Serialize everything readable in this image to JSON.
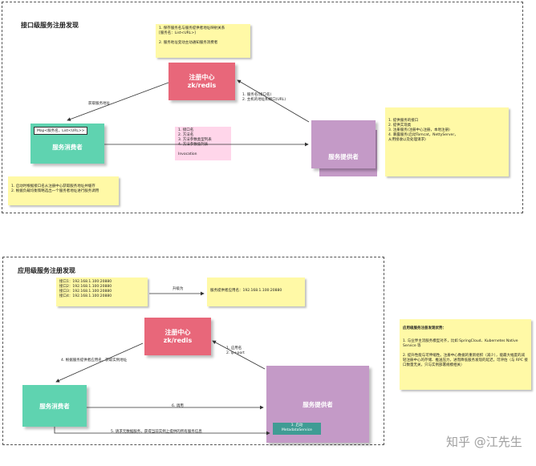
{
  "top": {
    "title": "接口级服务注册发现",
    "registry": "注册中心\nzk/redis",
    "consumer": "服务消费者",
    "provider": "服务提供者",
    "registry_note": "1. 保存服务名与服务提供者地址映射关系\n[服务名：List<URL>]\n\n2. 服务地址变动主动通知服务消费者",
    "consumer_map": "Map<服务名，List<URL>>",
    "consumer_note": "1. 启动时根据接口名从注册中心获取服务地址并缓存\n2. 根据负载均衡策略选出一个服务者地址进行服务调用",
    "provider_note": "1. 提供服务的接口\n2. 提供实现类\n3. 注册服务(注册中心注册，本地注册)\n4. 暴露服务(启动Tomcat，NettyServer，\n从用接收以及处理请求)",
    "invocation": "1. 接口名\n2. 方法名\n3. 方法参数类型列表\n4. 方法参数值列表\n\nInvocation",
    "label_get": "获取服务地址",
    "label_register": "1. 服务名(接口名)\n2. 主机的地址和端口(URL)"
  },
  "bottom": {
    "title": "应用级服务注册发现",
    "registry": "注册中心\nzk/redis",
    "consumer": "服务消费者",
    "provider": "服务提供者",
    "ports_note": "接口1：192.168.1.100:20880\n接口2：192.168.1.100:20880\n接口3：192.168.1.100:20880\n接口4：192.168.1.100:20880",
    "upgrade_label": "升级为",
    "app_note": "服务提供者应用名：192.168.1.100:20880",
    "label_fetch": "4. 根据服务提供者应用名，获取实例地址",
    "label_register": "1. 应用名\n2. ip+port",
    "label_call": "6. 调用",
    "label_meta": "5. 请求元数据服务，获得当前实例上提供的所有服务信息",
    "metadata": "3. 启动\nMetadataService"
  },
  "side_note": {
    "title": "应用级服务注册发现优势：",
    "body": "1. 与业界主流服务模型对齐，比如 SpringCloud、Kubernetes Native Service 等\n\n2. 提升性能与可伸缩性。注册中心数据的重新组织（减少），能最大幅度的减轻注册中心的存储、推送压力，进而降低服务发现的延迟，可评估（与 RPC 接口数量无关，只与实例部署规模相关）"
  },
  "watermark": "知乎 @江先生"
}
